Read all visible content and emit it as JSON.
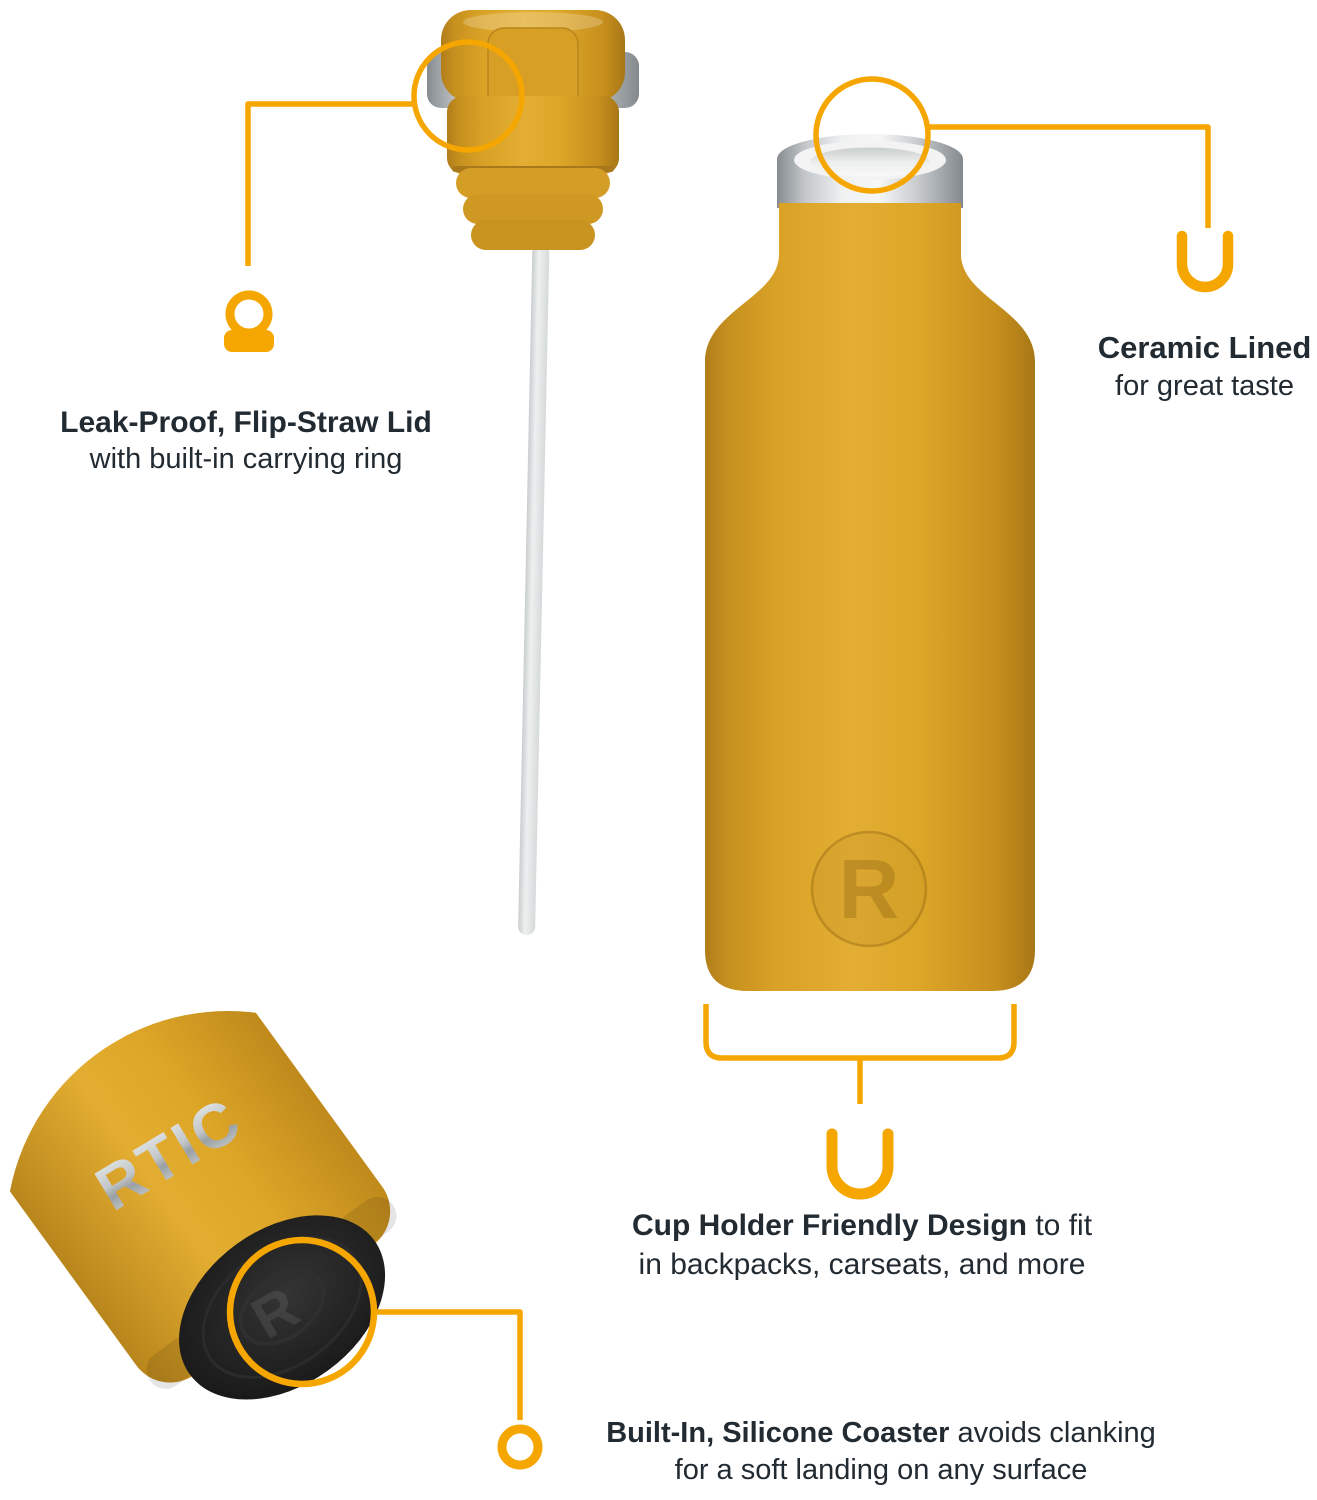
{
  "branding": {
    "inset_logo": "RTIC",
    "emboss_letter": "R"
  },
  "callouts": {
    "lid": {
      "title": "Leak-Proof, Flip-Straw Lid",
      "subtitle": "with built-in carrying ring"
    },
    "ceramic": {
      "title": "Ceramic Lined",
      "subtitle": "for great taste"
    },
    "cup_holder": {
      "bold": "Cup Holder Friendly Design",
      "rest": " to fit",
      "line2": "in backpacks, carseats, and more"
    },
    "coaster": {
      "bold": "Built-In, Silicone Coaster",
      "rest": " avoids clanking",
      "line2": "for a soft landing on any surface"
    }
  },
  "icons": {
    "carrying_ring": "ring-on-base",
    "ceramic_lined": "u-shape",
    "cup_holder": "u-bracket",
    "coaster": "thick-ring"
  },
  "colors": {
    "bottle": "#D9A02A",
    "accent": "#F5A600",
    "text": "#222A32",
    "coaster": "#1A1A1A",
    "straw": "#E4E6E7",
    "steel": "#C9CDD0",
    "background": "#FFFFFF"
  }
}
